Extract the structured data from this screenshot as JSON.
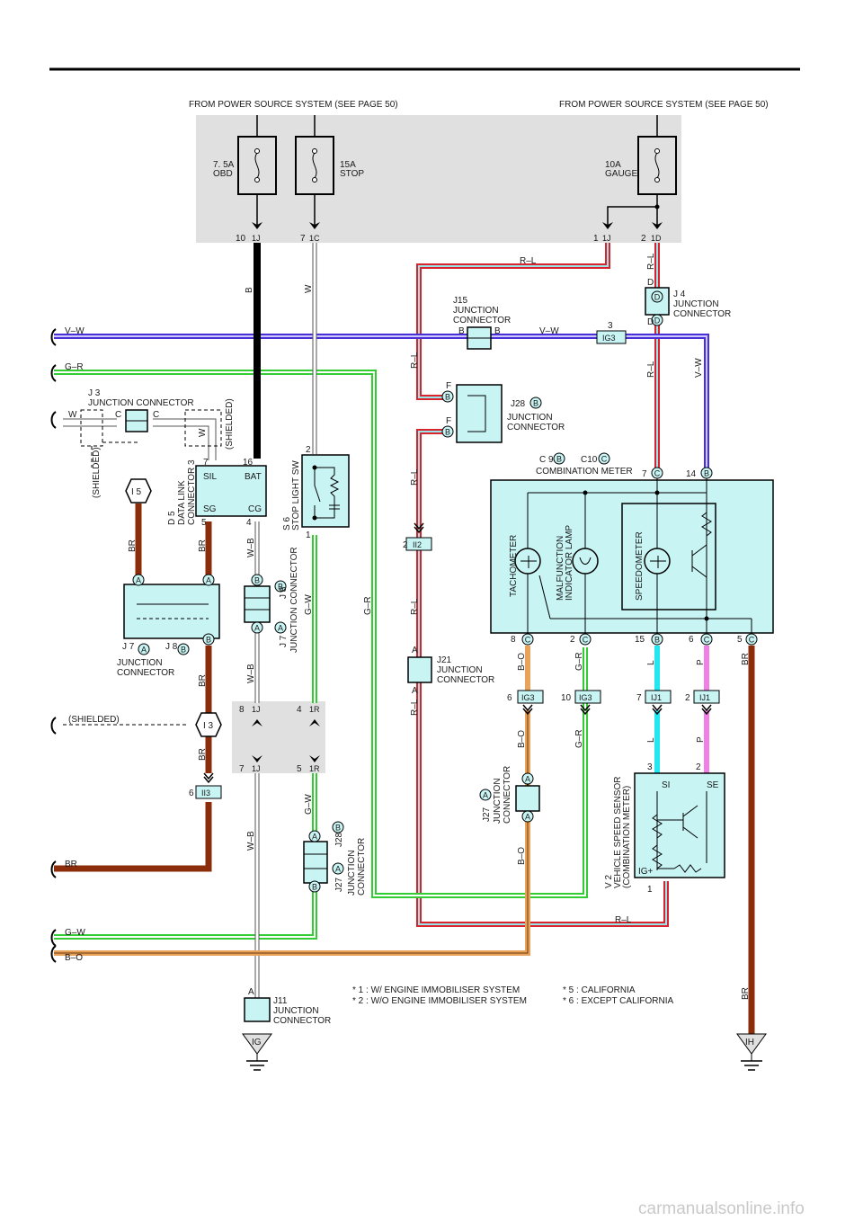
{
  "power_source": {
    "left": "FROM POWER SOURCE SYSTEM (SEE PAGE 50)",
    "right": "FROM POWER SOURCE SYSTEM (SEE PAGE 50)"
  },
  "fuses": [
    {
      "amps": "7. 5A",
      "name": "OBD"
    },
    {
      "amps": "15A",
      "name": "STOP"
    },
    {
      "amps": "10A",
      "name": "GAUGE"
    }
  ],
  "terminals": {
    "t10": "10",
    "c1J": "1J",
    "t7": "7",
    "c1C": "1C",
    "t1": "1",
    "t2": "2",
    "c1D": "1D",
    "t3": "3",
    "cIG3": "IG3",
    "t16": "16",
    "t4": "4",
    "t2b": "2",
    "t1b": "1",
    "t7b": "7",
    "t14": "14",
    "t8": "8",
    "t2c": "2",
    "t15": "15",
    "t6": "6",
    "t5": "5",
    "t6b": "6",
    "t10b": "10",
    "t7c": "7",
    "t2d": "2",
    "cIJ1": "IJ1",
    "t3b": "3",
    "t2e": "2",
    "t8b": "8",
    "t4b": "4",
    "c1R": "1R",
    "t7d": "7",
    "t5b": "5",
    "t6c": "6",
    "cII3": "II3",
    "t2f": "2",
    "cII2": "II2",
    "t1c": "1",
    "cIG": "IG",
    "cIH": "IH"
  },
  "pins": {
    "A": "A",
    "B": "B",
    "C": "C",
    "D": "D",
    "F": "F"
  },
  "wires": {
    "rl": "R–L",
    "b": "B",
    "w": "W",
    "vw": "V–W",
    "gr": "G–R",
    "br": "BR",
    "wb": "W–B",
    "gw": "G–W",
    "bo": "B–O",
    "l": "L",
    "p": "P"
  },
  "shield": "(SHIELDED)",
  "connectors": {
    "j3_id": "J 3",
    "j3_name": "JUNCTION CONNECTOR",
    "j15_id": "J15",
    "j15_name": "JUNCTION",
    "j15_name2": "CONNECTOR",
    "j4_id": "J 4",
    "j4_name": "JUNCTION",
    "j4_name2": "CONNECTOR",
    "j28_id": "J28",
    "j28_name": "JUNCTION",
    "j28_name2": "CONNECTOR",
    "c9": "C 9",
    "c10": "C10",
    "combo": "COMBINATION METER",
    "i5": "I 5",
    "i3": "I 3",
    "d5_id": "D 5",
    "d5_name": "DATA LINK",
    "d5_name2": "CONNECTOR 3",
    "sil": "SIL",
    "bat": "BAT",
    "sg": "SG",
    "cg": "CG",
    "s6_id": "S 6",
    "s6_name": "STOP LIGHT SW",
    "j7": "J 7",
    "j8": "J 8",
    "jc": "JUNCTION CONNECTOR",
    "j7b": "J 7",
    "j8b": "J 8",
    "jc2_a": "JUNCTION",
    "jc2_b": "CONNECTOR",
    "j21_id": "J21",
    "j21_name": "JUNCTION",
    "j21_name2": "CONNECTOR",
    "j27_id": "J27",
    "j27_name": "JUNCTION",
    "j27_name2": "CONNECTOR",
    "j27b_id": "J27",
    "j28b_id": "J28",
    "jcb_a": "JUNCTION",
    "jcb_b": "CONNECTOR",
    "j11_id": "J11",
    "j11_name": "JUNCTION",
    "j11_name2": "CONNECTOR",
    "v2_id": "V 2",
    "v2_name": "VEHICLE SPEED SENSOR",
    "v2_name2": "(COMBINATION METER)",
    "si": "SI",
    "se": "SE",
    "igp": "IG+"
  },
  "meter": {
    "tacho": "TACHOMETER",
    "mil_a": "MALFUNCTION",
    "mil_b": "INDICATOR LAMP",
    "speedo": "SPEEDOMETER"
  },
  "notes": {
    "n1": "* 1 : W/ ENGINE IMMOBILISER SYSTEM",
    "n2": "* 2 : W/O  ENGINE IMMOBILISER SYSTEM",
    "n5": "* 5 : CALIFORNIA",
    "n6": "* 6 : EXCEPT CALIFORNIA"
  },
  "watermark": "carmanualsonline.info",
  "colors": {
    "red": "#d9232d",
    "blue": "#4b2fd6",
    "green": "#33cc33",
    "brown": "#8b2c0a",
    "orange": "#e8a25a",
    "cyan": "#22e6f0",
    "pink": "#f07fe8",
    "panel": "#e0e0e0",
    "box": "#c8f4f4"
  }
}
